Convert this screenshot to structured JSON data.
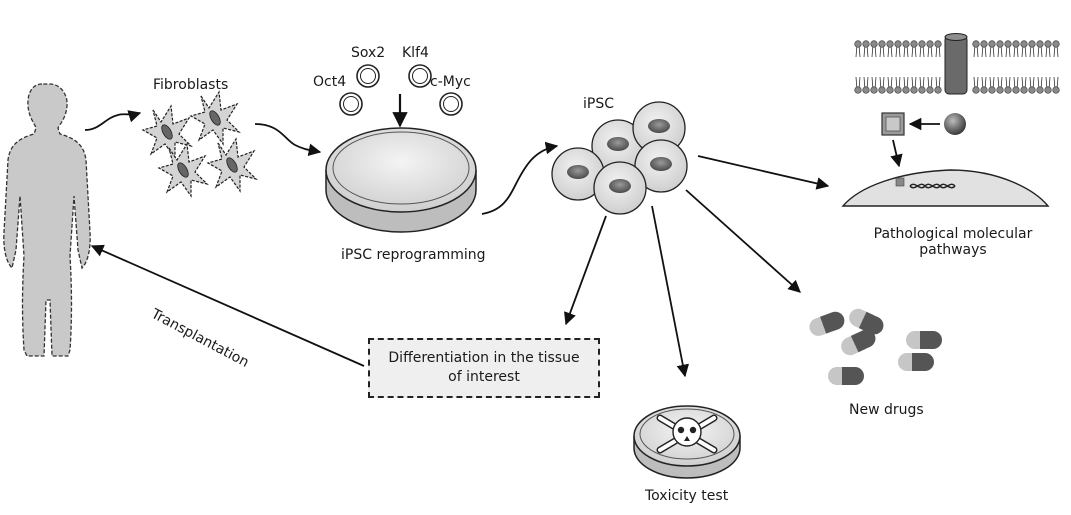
{
  "labels": {
    "fibroblasts": "Fibroblasts",
    "sox2": "Sox2",
    "klf4": "Klf4",
    "oct4": "Oct4",
    "cmyc": "c-Myc",
    "reprogramming": "iPSC reprogramming",
    "ipsc": "iPSC",
    "pathological_line1": "Pathological molecular",
    "pathological_line2": "pathways",
    "transplantation": "Transplantation",
    "differentiation_line1": "Differentiation in the tissue",
    "differentiation_line2": "of interest",
    "new_drugs": "New drugs",
    "toxicity": "Toxicity test"
  }
}
